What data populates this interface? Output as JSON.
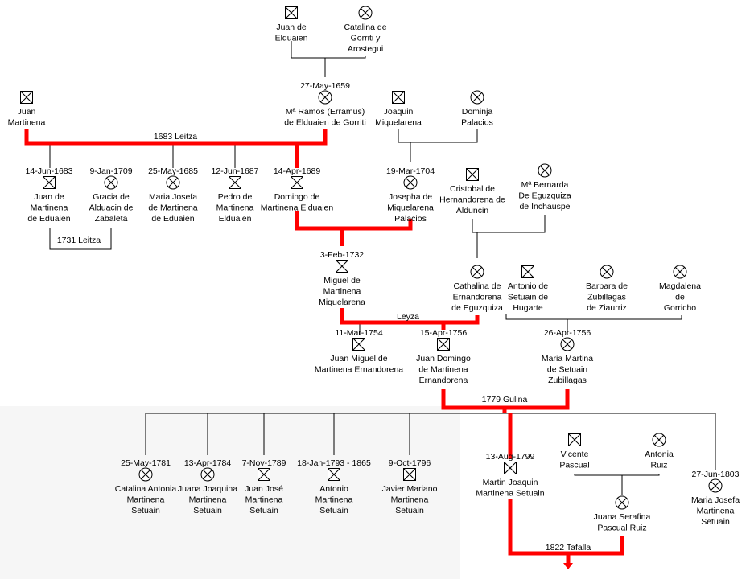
{
  "unions": [
    {
      "id": "u_elduaien",
      "label": ""
    },
    {
      "id": "u_1683",
      "label": "1683 Leitza"
    },
    {
      "id": "u_miquelarena",
      "label": ""
    },
    {
      "id": "u_1731",
      "label": "1731 Leitza"
    },
    {
      "id": "u_hernandorena",
      "label": ""
    },
    {
      "id": "u_domingo",
      "label": ""
    },
    {
      "id": "u_leyza",
      "label": "Leyza"
    },
    {
      "id": "u_setuain",
      "label": ""
    },
    {
      "id": "u_1779",
      "label": "1779 Gulina"
    },
    {
      "id": "u_pascual",
      "label": ""
    },
    {
      "id": "u_1822",
      "label": "1822 Tafalla"
    }
  ],
  "people": [
    {
      "id": "p_juan_elduaien",
      "sex": "male",
      "date": "",
      "name": [
        "Juan de",
        "Elduaien"
      ]
    },
    {
      "id": "p_catalina_gorriti",
      "sex": "female",
      "date": "",
      "name": [
        "Catalina de",
        "Gorriti y",
        "Arostegui"
      ]
    },
    {
      "id": "p_juan_martinena",
      "sex": "male",
      "date": "",
      "name": [
        "Juan",
        "Martinena"
      ]
    },
    {
      "id": "p_ramos",
      "sex": "female",
      "date": "27-May-1659",
      "name": [
        "Mª Ramos (Erramus)",
        "de Elduaien de Gorriti"
      ]
    },
    {
      "id": "p_joaquin_miq",
      "sex": "male",
      "date": "",
      "name": [
        "Joaquin",
        "Miquelarena"
      ]
    },
    {
      "id": "p_dominja",
      "sex": "female",
      "date": "",
      "name": [
        "Dominja",
        "Palacios"
      ]
    },
    {
      "id": "p_juan_eduaien",
      "sex": "male",
      "date": "14-Jun-1683",
      "name": [
        "Juan de",
        "Martinena",
        "de Eduaien"
      ]
    },
    {
      "id": "p_gracia",
      "sex": "female",
      "date": "9-Jan-1709",
      "name": [
        "Gracia de",
        "Alduacin de",
        "Zabaleta"
      ]
    },
    {
      "id": "p_maria_josefa_1685",
      "sex": "female",
      "date": "25-May-1685",
      "name": [
        "Maria Josefa",
        "de Martinena",
        "de Eduaien"
      ]
    },
    {
      "id": "p_pedro",
      "sex": "male",
      "date": "12-Jun-1687",
      "name": [
        "Pedro de",
        "Martinena",
        "Elduaien"
      ]
    },
    {
      "id": "p_domingo",
      "sex": "male",
      "date": "14-Apr-1689",
      "name": [
        "Domingo de",
        "Martinena Elduaien"
      ]
    },
    {
      "id": "p_josepha",
      "sex": "female",
      "date": "19-Mar-1704",
      "name": [
        "Josepha de",
        "Miquelarena",
        "Palacios"
      ]
    },
    {
      "id": "p_cristobal",
      "sex": "male",
      "date": "",
      "name": [
        "Cristobal de",
        "Hernandorena de",
        "Alduncin"
      ]
    },
    {
      "id": "p_bernarda",
      "sex": "female",
      "date": "",
      "name": [
        "Mª Bernarda",
        "De Eguzquiza",
        "de Inchauspe"
      ]
    },
    {
      "id": "p_miguel",
      "sex": "male",
      "date": "3-Feb-1732",
      "name": [
        "Miguel de",
        "Martinena",
        "Miquelarena"
      ]
    },
    {
      "id": "p_cathalina",
      "sex": "female",
      "date": "",
      "name": [
        "Cathalina de",
        "Ernandorena",
        "de Eguzquiza"
      ]
    },
    {
      "id": "p_antonio_setuain",
      "sex": "male",
      "date": "",
      "name": [
        "Antonio de",
        "Setuain de",
        "Hugarte"
      ]
    },
    {
      "id": "p_barbara",
      "sex": "female",
      "date": "",
      "name": [
        "Barbara de",
        "Zubillagas",
        "de Ziaurriz"
      ]
    },
    {
      "id": "p_magdalena",
      "sex": "female",
      "date": "",
      "name": [
        "Magdalena",
        "de",
        "Gorricho"
      ]
    },
    {
      "id": "p_juan_miguel",
      "sex": "male",
      "date": "11-Mar-1754",
      "name": [
        "Juan Miguel de",
        "Martinena Ernandorena"
      ]
    },
    {
      "id": "p_juan_domingo",
      "sex": "male",
      "date": "15-Apr-1756",
      "name": [
        "Juan Domingo",
        "de Martinena",
        "Ernandorena"
      ]
    },
    {
      "id": "p_maria_martina",
      "sex": "female",
      "date": "26-Apr-1756",
      "name": [
        "Maria Martina",
        "de Setuain",
        "Zubillagas"
      ]
    },
    {
      "id": "p_catalina_antonia",
      "sex": "female",
      "date": "25-May-1781",
      "name": [
        "Catalina Antonia",
        "Martinena",
        "Setuain"
      ]
    },
    {
      "id": "p_juana_joaquina",
      "sex": "female",
      "date": "13-Apr-1784",
      "name": [
        "Juana Joaquina",
        "Martinena",
        "Setuain"
      ]
    },
    {
      "id": "p_juan_jose",
      "sex": "male",
      "date": "7-Nov-1789",
      "name": [
        "Juan José",
        "Martinena",
        "Setuain"
      ]
    },
    {
      "id": "p_antonio_1793",
      "sex": "male",
      "date": "18-Jan-1793 - 1865",
      "name": [
        "Antonio",
        "Martinena",
        "Setuain"
      ]
    },
    {
      "id": "p_javier",
      "sex": "male",
      "date": "9-Oct-1796",
      "name": [
        "Javier Mariano",
        "Martinena",
        "Setuain"
      ]
    },
    {
      "id": "p_martin",
      "sex": "male",
      "date": "13-Aug-1799",
      "name": [
        "Martin Joaquin",
        "Martinena Setuain"
      ]
    },
    {
      "id": "p_vicente",
      "sex": "male",
      "date": "",
      "name": [
        "Vicente",
        "Pascual"
      ]
    },
    {
      "id": "p_antonia_ruiz",
      "sex": "female",
      "date": "",
      "name": [
        "Antonia",
        "Ruiz"
      ]
    },
    {
      "id": "p_maria_josefa_1803",
      "sex": "female",
      "date": "27-Jun-1803",
      "name": [
        "Maria Josefa",
        "Martinena",
        "Setuain"
      ]
    },
    {
      "id": "p_juana_serafina",
      "sex": "female",
      "date": "",
      "name": [
        "Juana Serafina",
        "Pascual Ruiz"
      ]
    }
  ]
}
